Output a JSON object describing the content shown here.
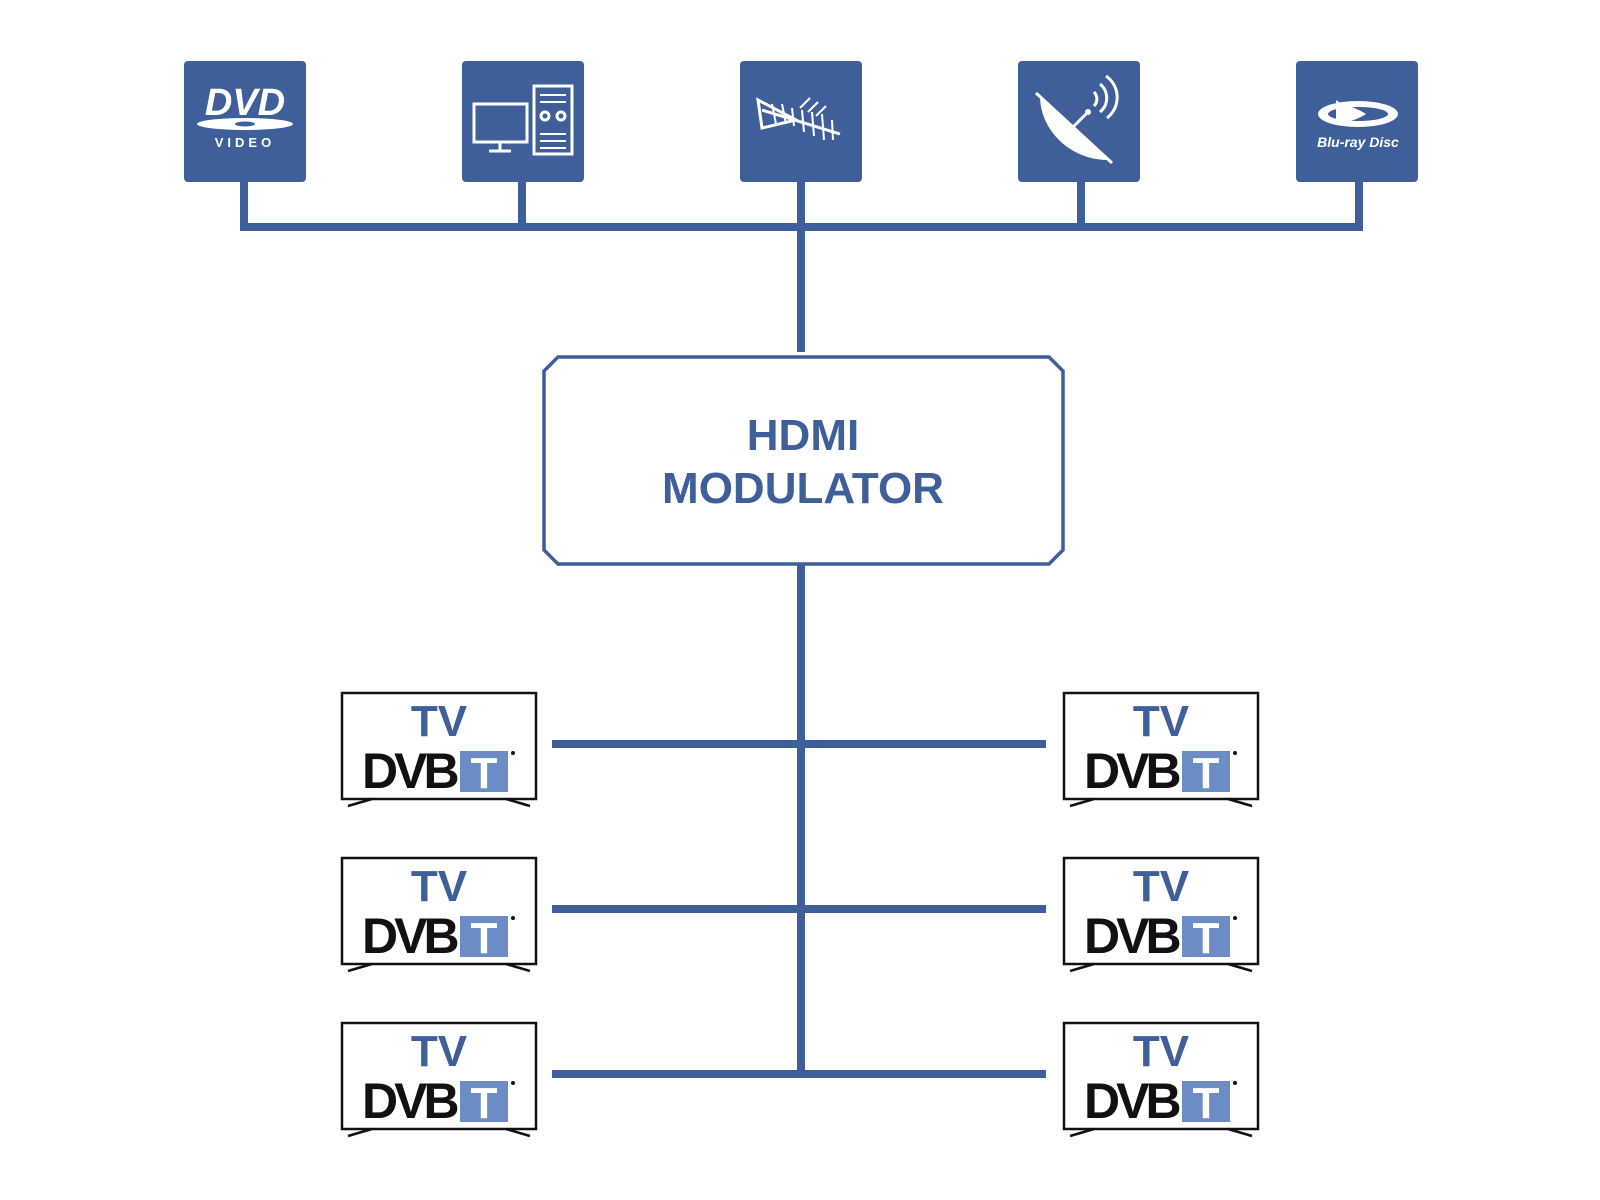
{
  "colors": {
    "accent": "#3f5f9a",
    "line": "#3f5f9a",
    "text_dark": "#111111"
  },
  "sources": [
    {
      "icon": "dvd-video-logo-icon",
      "text_main": "DVD",
      "text_sub": "VIDEO"
    },
    {
      "icon": "computer-icon"
    },
    {
      "icon": "terrestrial-antenna-icon"
    },
    {
      "icon": "satellite-dish-icon"
    },
    {
      "icon": "bluray-disc-logo-icon",
      "text_main": "Blu-ray Disc"
    }
  ],
  "modulator": {
    "line1": "HDMI",
    "line2": "MODULATOR"
  },
  "tv": {
    "label_top": "TV",
    "label_logo": "DVB",
    "label_logo_suffix": "T"
  }
}
